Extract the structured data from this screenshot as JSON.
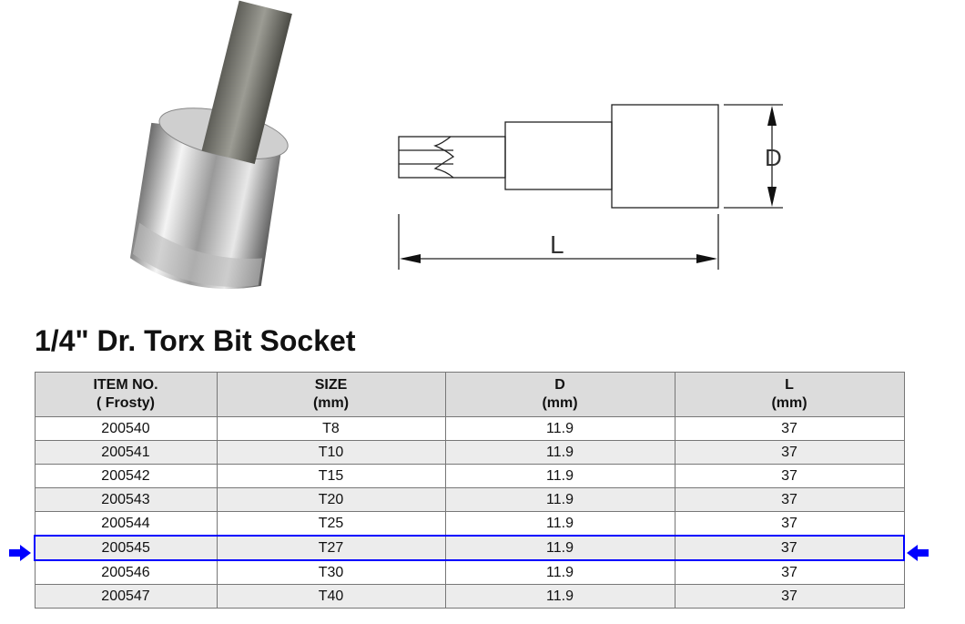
{
  "title": "1/4\" Dr. Torx Bit Socket",
  "drawing": {
    "length_label": "L",
    "diameter_label": "D"
  },
  "table": {
    "headers": [
      {
        "line1": "ITEM NO.",
        "line2": "( Frosty)"
      },
      {
        "line1": "SIZE",
        "line2": "(mm)"
      },
      {
        "line1": "D",
        "line2": "(mm)"
      },
      {
        "line1": "L",
        "line2": "(mm)"
      }
    ],
    "rows": [
      [
        "200540",
        "T8",
        "11.9",
        "37"
      ],
      [
        "200541",
        "T10",
        "11.9",
        "37"
      ],
      [
        "200542",
        "T15",
        "11.9",
        "37"
      ],
      [
        "200543",
        "T20",
        "11.9",
        "37"
      ],
      [
        "200544",
        "T25",
        "11.9",
        "37"
      ],
      [
        "200545",
        "T27",
        "11.9",
        "37"
      ],
      [
        "200546",
        "T30",
        "11.9",
        "37"
      ],
      [
        "200547",
        "T40",
        "11.9",
        "37"
      ]
    ],
    "highlighted_row": 5
  },
  "colors": {
    "highlight": "#0000ff",
    "header_bg": "#dcdcdc",
    "alt_row": "#ececec"
  }
}
